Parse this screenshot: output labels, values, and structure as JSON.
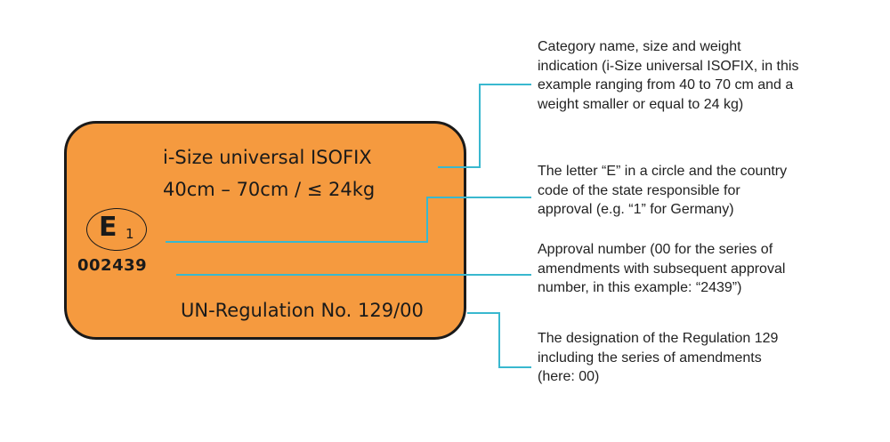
{
  "colors": {
    "label_fill": "#f59a3f",
    "label_border": "#1a1a1a",
    "connector": "#39b8cf"
  },
  "label": {
    "category": "i-Size universal ISOFIX",
    "size_weight": "40cm – 70cm / ≤ 24kg",
    "emark_letter": "E",
    "emark_country": "1",
    "approval_number": "002439",
    "regulation": "UN-Regulation No. 129/00"
  },
  "annotations": [
    {
      "lines": [
        "Category name, size and weight",
        "indication (i-Size universal ISOFIX, in this",
        "example ranging from 40 to 70 cm and a",
        "weight smaller or equal to 24 kg)"
      ]
    },
    {
      "lines": [
        "The letter “E” in a circle and the country",
        "code of the state responsible for",
        "approval (e.g. “1” for Germany)"
      ]
    },
    {
      "lines": [
        "Approval number (00 for the series of",
        "amendments with subsequent approval",
        "number, in this example: “2439”)"
      ]
    },
    {
      "lines": [
        "The designation of the Regulation 129",
        "including the series of amendments",
        "(here: 00)"
      ]
    }
  ]
}
